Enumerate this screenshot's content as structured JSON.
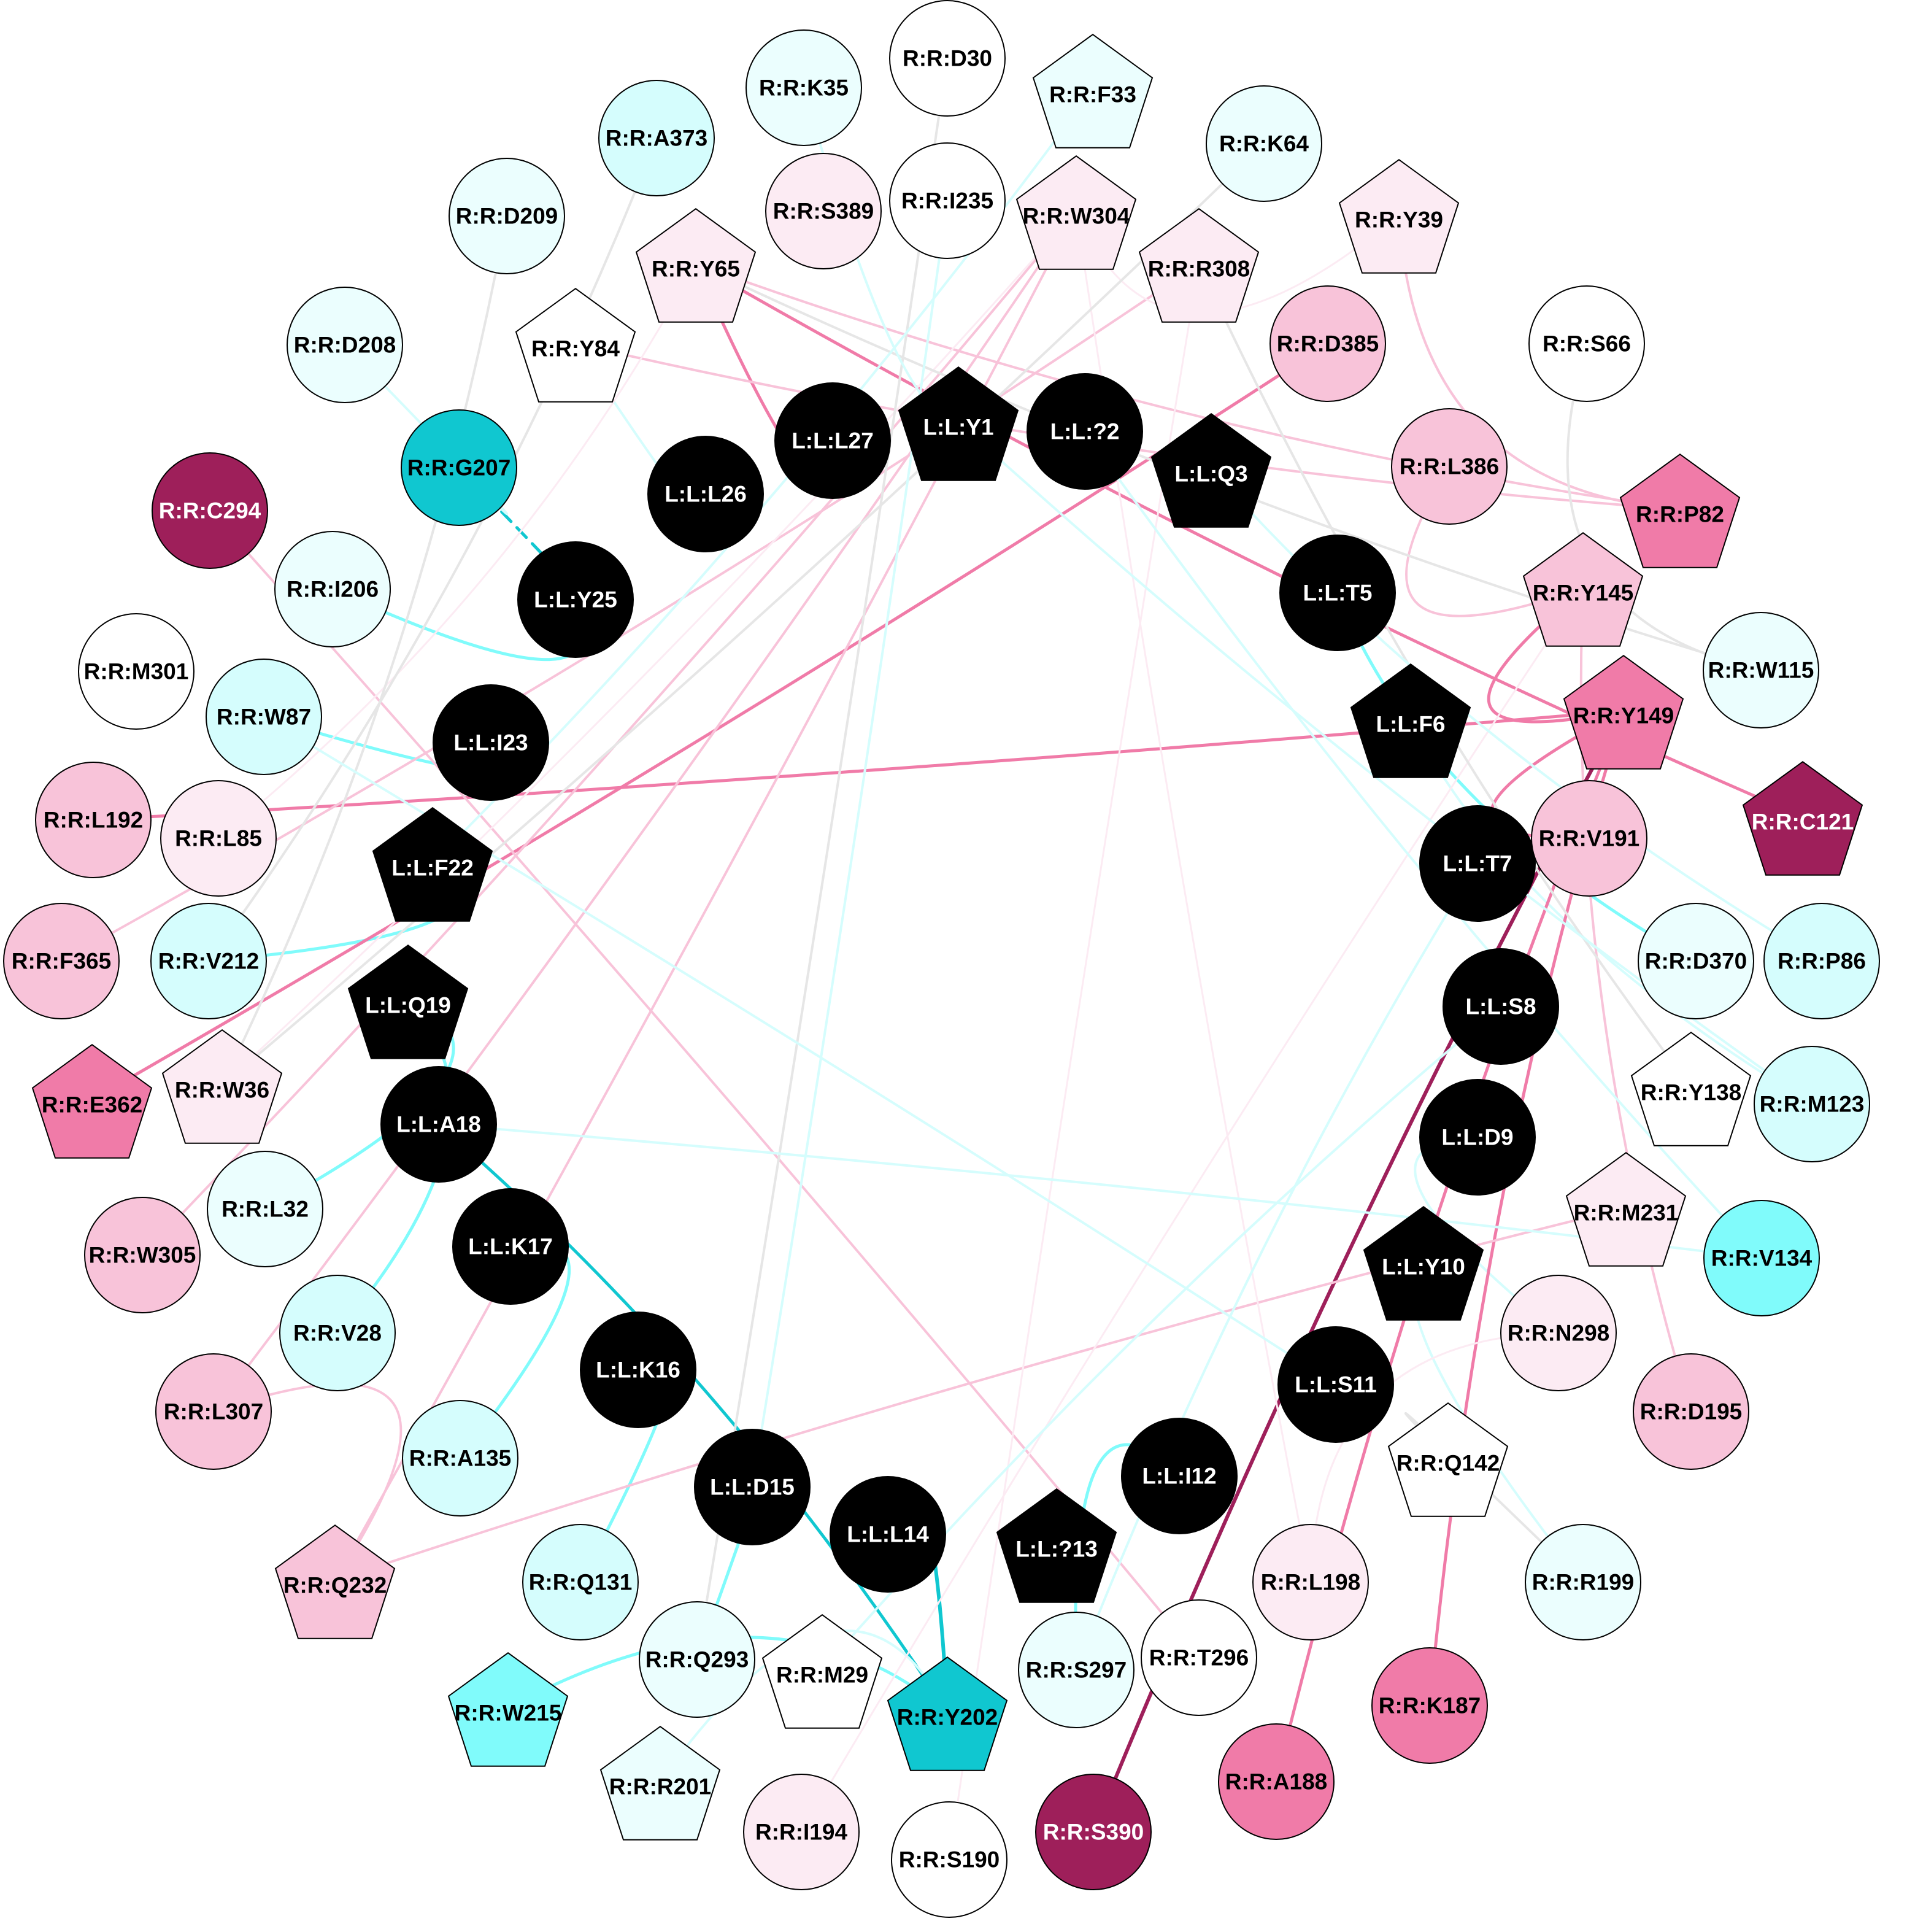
{
  "legend": {},
  "nodes": [
    {
      "id": "L:L:Y1",
      "label": "L:L:Y1",
      "shape": "pentagon",
      "fill": "#000000",
      "text": "#ffffff"
    },
    {
      "id": "L:L:?2",
      "label": "L:L:?2",
      "shape": "circle",
      "fill": "#000000",
      "text": "#ffffff"
    },
    {
      "id": "L:L:Q3",
      "label": "L:L:Q3",
      "shape": "pentagon",
      "fill": "#000000",
      "text": "#ffffff"
    },
    {
      "id": "L:L:T5",
      "label": "L:L:T5",
      "shape": "circle",
      "fill": "#000000",
      "text": "#ffffff"
    },
    {
      "id": "L:L:F6",
      "label": "L:L:F6",
      "shape": "pentagon",
      "fill": "#000000",
      "text": "#ffffff"
    },
    {
      "id": "L:L:T7",
      "label": "L:L:T7",
      "shape": "circle",
      "fill": "#000000",
      "text": "#ffffff"
    },
    {
      "id": "L:L:S8",
      "label": "L:L:S8",
      "shape": "circle",
      "fill": "#000000",
      "text": "#ffffff"
    },
    {
      "id": "L:L:D9",
      "label": "L:L:D9",
      "shape": "circle",
      "fill": "#000000",
      "text": "#ffffff"
    },
    {
      "id": "L:L:Y10",
      "label": "L:L:Y10",
      "shape": "pentagon",
      "fill": "#000000",
      "text": "#ffffff"
    },
    {
      "id": "L:L:S11",
      "label": "L:L:S11",
      "shape": "circle",
      "fill": "#000000",
      "text": "#ffffff"
    },
    {
      "id": "L:L:I12",
      "label": "L:L:I12",
      "shape": "circle",
      "fill": "#000000",
      "text": "#ffffff"
    },
    {
      "id": "L:L:?13",
      "label": "L:L:?13",
      "shape": "pentagon",
      "fill": "#000000",
      "text": "#ffffff"
    },
    {
      "id": "L:L:L14",
      "label": "L:L:L14",
      "shape": "circle",
      "fill": "#000000",
      "text": "#ffffff"
    },
    {
      "id": "L:L:D15",
      "label": "L:L:D15",
      "shape": "circle",
      "fill": "#000000",
      "text": "#ffffff"
    },
    {
      "id": "L:L:K16",
      "label": "L:L:K16",
      "shape": "circle",
      "fill": "#000000",
      "text": "#ffffff"
    },
    {
      "id": "L:L:K17",
      "label": "L:L:K17",
      "shape": "circle",
      "fill": "#000000",
      "text": "#ffffff"
    },
    {
      "id": "L:L:A18",
      "label": "L:L:A18",
      "shape": "circle",
      "fill": "#000000",
      "text": "#ffffff"
    },
    {
      "id": "L:L:Q19",
      "label": "L:L:Q19",
      "shape": "pentagon",
      "fill": "#000000",
      "text": "#ffffff"
    },
    {
      "id": "L:L:F22",
      "label": "L:L:F22",
      "shape": "pentagon",
      "fill": "#000000",
      "text": "#ffffff"
    },
    {
      "id": "L:L:I23",
      "label": "L:L:I23",
      "shape": "circle",
      "fill": "#000000",
      "text": "#ffffff"
    },
    {
      "id": "L:L:Y25",
      "label": "L:L:Y25",
      "shape": "circle",
      "fill": "#000000",
      "text": "#ffffff"
    },
    {
      "id": "L:L:L26",
      "label": "L:L:L26",
      "shape": "circle",
      "fill": "#000000",
      "text": "#ffffff"
    },
    {
      "id": "L:L:L27",
      "label": "L:L:L27",
      "shape": "circle",
      "fill": "#000000",
      "text": "#ffffff"
    },
    {
      "id": "R:R:D30",
      "label": "R:R:D30",
      "shape": "circle",
      "fill": "#ffffff",
      "text": "#000000"
    },
    {
      "id": "R:R:F33",
      "label": "R:R:F33",
      "shape": "pentagon",
      "fill": "#ebfefe",
      "text": "#000000"
    },
    {
      "id": "R:R:K64",
      "label": "R:R:K64",
      "shape": "circle",
      "fill": "#ebfefe",
      "text": "#000000"
    },
    {
      "id": "R:R:Y39",
      "label": "R:R:Y39",
      "shape": "pentagon",
      "fill": "#fcebf3",
      "text": "#000000"
    },
    {
      "id": "R:R:S66",
      "label": "R:R:S66",
      "shape": "circle",
      "fill": "#ffffff",
      "text": "#000000"
    },
    {
      "id": "R:R:P82",
      "label": "R:R:P82",
      "shape": "pentagon",
      "fill": "#f07ba8",
      "text": "#000000"
    },
    {
      "id": "R:R:W115",
      "label": "R:R:W115",
      "shape": "circle",
      "fill": "#ebfefe",
      "text": "#000000"
    },
    {
      "id": "R:R:C121",
      "label": "R:R:C121",
      "shape": "pentagon",
      "fill": "#9e1f5a",
      "text": "#ffffff"
    },
    {
      "id": "R:R:P86",
      "label": "R:R:P86",
      "shape": "circle",
      "fill": "#d5fdfd",
      "text": "#000000"
    },
    {
      "id": "R:R:M123",
      "label": "R:R:M123",
      "shape": "circle",
      "fill": "#d5fdfd",
      "text": "#000000"
    },
    {
      "id": "R:R:V134",
      "label": "R:R:V134",
      "shape": "circle",
      "fill": "#80fbfb",
      "text": "#000000"
    },
    {
      "id": "R:R:D195",
      "label": "R:R:D195",
      "shape": "circle",
      "fill": "#f8c3d9",
      "text": "#000000"
    },
    {
      "id": "R:R:R199",
      "label": "R:R:R199",
      "shape": "circle",
      "fill": "#ebfefe",
      "text": "#000000"
    },
    {
      "id": "R:R:K187",
      "label": "R:R:K187",
      "shape": "circle",
      "fill": "#f07ba8",
      "text": "#000000"
    },
    {
      "id": "R:R:A188",
      "label": "R:R:A188",
      "shape": "circle",
      "fill": "#f07ba8",
      "text": "#000000"
    },
    {
      "id": "R:R:S390",
      "label": "R:R:S390",
      "shape": "circle",
      "fill": "#9e1f5a",
      "text": "#ffffff"
    },
    {
      "id": "R:R:S190",
      "label": "R:R:S190",
      "shape": "circle",
      "fill": "#ffffff",
      "text": "#000000"
    },
    {
      "id": "R:R:I194",
      "label": "R:R:I194",
      "shape": "circle",
      "fill": "#fcebf3",
      "text": "#000000"
    },
    {
      "id": "R:R:R201",
      "label": "R:R:R201",
      "shape": "pentagon",
      "fill": "#ebfefe",
      "text": "#000000"
    },
    {
      "id": "R:R:W215",
      "label": "R:R:W215",
      "shape": "pentagon",
      "fill": "#80fbfb",
      "text": "#000000"
    },
    {
      "id": "R:R:Q232",
      "label": "R:R:Q232",
      "shape": "pentagon",
      "fill": "#f8c3d9",
      "text": "#000000"
    },
    {
      "id": "R:R:L307",
      "label": "R:R:L307",
      "shape": "circle",
      "fill": "#f8c3d9",
      "text": "#000000"
    },
    {
      "id": "R:R:W305",
      "label": "R:R:W305",
      "shape": "circle",
      "fill": "#f8c3d9",
      "text": "#000000"
    },
    {
      "id": "R:R:E362",
      "label": "R:R:E362",
      "shape": "pentagon",
      "fill": "#f07ba8",
      "text": "#000000"
    },
    {
      "id": "R:R:F365",
      "label": "R:R:F365",
      "shape": "circle",
      "fill": "#f8c3d9",
      "text": "#000000"
    },
    {
      "id": "R:R:L192",
      "label": "R:R:L192",
      "shape": "circle",
      "fill": "#f8c3d9",
      "text": "#000000"
    },
    {
      "id": "R:R:M301",
      "label": "R:R:M301",
      "shape": "circle",
      "fill": "#ffffff",
      "text": "#000000"
    },
    {
      "id": "R:R:C294",
      "label": "R:R:C294",
      "shape": "circle",
      "fill": "#9e1f5a",
      "text": "#ffffff"
    },
    {
      "id": "R:R:D208",
      "label": "R:R:D208",
      "shape": "circle",
      "fill": "#ebfefe",
      "text": "#000000"
    },
    {
      "id": "R:R:D209",
      "label": "R:R:D209",
      "shape": "circle",
      "fill": "#ebfefe",
      "text": "#000000"
    },
    {
      "id": "R:R:A373",
      "label": "R:R:A373",
      "shape": "circle",
      "fill": "#d5fdfd",
      "text": "#000000"
    },
    {
      "id": "R:R:K35",
      "label": "R:R:K35",
      "shape": "circle",
      "fill": "#ebfefe",
      "text": "#000000"
    },
    {
      "id": "R:R:I235",
      "label": "R:R:I235",
      "shape": "circle",
      "fill": "#ffffff",
      "text": "#000000"
    },
    {
      "id": "R:R:W304",
      "label": "R:R:W304",
      "shape": "pentagon",
      "fill": "#fcebf3",
      "text": "#000000"
    },
    {
      "id": "R:R:R308",
      "label": "R:R:R308",
      "shape": "pentagon",
      "fill": "#fcebf3",
      "text": "#000000"
    },
    {
      "id": "R:R:D385",
      "label": "R:R:D385",
      "shape": "circle",
      "fill": "#f8c3d9",
      "text": "#000000"
    },
    {
      "id": "R:R:L386",
      "label": "R:R:L386",
      "shape": "circle",
      "fill": "#f8c3d9",
      "text": "#000000"
    },
    {
      "id": "R:R:Y145",
      "label": "R:R:Y145",
      "shape": "pentagon",
      "fill": "#f8c3d9",
      "text": "#000000"
    },
    {
      "id": "R:R:Y149",
      "label": "R:R:Y149",
      "shape": "pentagon",
      "fill": "#f07ba8",
      "text": "#000000"
    },
    {
      "id": "R:R:V191",
      "label": "R:R:V191",
      "shape": "circle",
      "fill": "#f8c3d9",
      "text": "#000000"
    },
    {
      "id": "R:R:D370",
      "label": "R:R:D370",
      "shape": "circle",
      "fill": "#ebfefe",
      "text": "#000000"
    },
    {
      "id": "R:R:Y138",
      "label": "R:R:Y138",
      "shape": "pentagon",
      "fill": "#ffffff",
      "text": "#000000"
    },
    {
      "id": "R:R:M231",
      "label": "R:R:M231",
      "shape": "pentagon",
      "fill": "#fcebf3",
      "text": "#000000"
    },
    {
      "id": "R:R:N298",
      "label": "R:R:N298",
      "shape": "circle",
      "fill": "#fcebf3",
      "text": "#000000"
    },
    {
      "id": "R:R:Q142",
      "label": "R:R:Q142",
      "shape": "pentagon",
      "fill": "#ffffff",
      "text": "#000000"
    },
    {
      "id": "R:R:L198",
      "label": "R:R:L198",
      "shape": "circle",
      "fill": "#fcebf3",
      "text": "#000000"
    },
    {
      "id": "R:R:T296",
      "label": "R:R:T296",
      "shape": "circle",
      "fill": "#ffffff",
      "text": "#000000"
    },
    {
      "id": "R:R:S297",
      "label": "R:R:S297",
      "shape": "circle",
      "fill": "#ebfefe",
      "text": "#000000"
    },
    {
      "id": "R:R:Y202",
      "label": "R:R:Y202",
      "shape": "pentagon",
      "fill": "#10c7d0",
      "text": "#000000"
    },
    {
      "id": "R:R:M29",
      "label": "R:R:M29",
      "shape": "pentagon",
      "fill": "#ffffff",
      "text": "#000000"
    },
    {
      "id": "R:R:Q293",
      "label": "R:R:Q293",
      "shape": "circle",
      "fill": "#ebfefe",
      "text": "#000000"
    },
    {
      "id": "R:R:Q131",
      "label": "R:R:Q131",
      "shape": "circle",
      "fill": "#d5fdfd",
      "text": "#000000"
    },
    {
      "id": "R:R:A135",
      "label": "R:R:A135",
      "shape": "circle",
      "fill": "#d5fdfd",
      "text": "#000000"
    },
    {
      "id": "R:R:V28",
      "label": "R:R:V28",
      "shape": "circle",
      "fill": "#d5fdfd",
      "text": "#000000"
    },
    {
      "id": "R:R:L32",
      "label": "R:R:L32",
      "shape": "circle",
      "fill": "#ebfefe",
      "text": "#000000"
    },
    {
      "id": "R:R:W36",
      "label": "R:R:W36",
      "shape": "pentagon",
      "fill": "#fcebf3",
      "text": "#000000"
    },
    {
      "id": "R:R:V212",
      "label": "R:R:V212",
      "shape": "circle",
      "fill": "#d5fdfd",
      "text": "#000000"
    },
    {
      "id": "R:R:L85",
      "label": "R:R:L85",
      "shape": "circle",
      "fill": "#fcebf3",
      "text": "#000000"
    },
    {
      "id": "R:R:W87",
      "label": "R:R:W87",
      "shape": "circle",
      "fill": "#d5fdfd",
      "text": "#000000"
    },
    {
      "id": "R:R:I206",
      "label": "R:R:I206",
      "shape": "circle",
      "fill": "#ebfefe",
      "text": "#000000"
    },
    {
      "id": "R:R:G207",
      "label": "R:R:G207",
      "shape": "circle",
      "fill": "#10c7d0",
      "text": "#000000"
    },
    {
      "id": "R:R:Y84",
      "label": "R:R:Y84",
      "shape": "pentagon",
      "fill": "#ffffff",
      "text": "#000000"
    },
    {
      "id": "R:R:Y65",
      "label": "R:R:Y65",
      "shape": "pentagon",
      "fill": "#fcebf3",
      "text": "#000000"
    },
    {
      "id": "R:R:S389",
      "label": "R:R:S389",
      "shape": "circle",
      "fill": "#fcebf3",
      "text": "#000000"
    }
  ],
  "edges": [
    {
      "source": "L:L:Y25",
      "target": "R:R:G207",
      "color": "#10c7d0",
      "dashed": true,
      "width": 5
    },
    {
      "source": "L:L:Y25",
      "target": "R:R:I206",
      "color": "#80fbfb",
      "width": 5
    },
    {
      "source": "L:L:I23",
      "target": "R:R:W87",
      "color": "#80fbfb",
      "width": 5
    },
    {
      "source": "L:L:F22",
      "target": "R:R:V212",
      "color": "#80fbfb",
      "width": 5
    },
    {
      "source": "L:L:Q19",
      "target": "R:R:L32",
      "color": "#80fbfb",
      "width": 5
    },
    {
      "source": "L:L:Q19",
      "target": "R:R:V28",
      "color": "#80fbfb",
      "width": 5
    },
    {
      "source": "L:L:A18",
      "target": "R:R:Y202",
      "color": "#10c7d0",
      "width": 5
    },
    {
      "source": "L:L:K17",
      "target": "R:R:A135",
      "color": "#80fbfb",
      "width": 5
    },
    {
      "source": "L:L:K16",
      "target": "R:R:Q131",
      "color": "#80fbfb",
      "width": 5
    },
    {
      "source": "L:L:D15",
      "target": "R:R:Q293",
      "color": "#80fbfb",
      "width": 5
    },
    {
      "source": "L:L:L14",
      "target": "R:R:Y202",
      "color": "#10c7d0",
      "width": 6
    },
    {
      "source": "L:L:I12",
      "target": "R:R:S297",
      "color": "#80fbfb",
      "width": 5
    },
    {
      "source": "L:L:T5",
      "target": "R:R:D370",
      "color": "#80fbfb",
      "width": 5
    },
    {
      "source": "L:L:F6",
      "target": "R:R:M123",
      "color": "#d5fdfd",
      "width": 4
    },
    {
      "source": "R:R:Y202",
      "target": "R:R:W215",
      "color": "#80fbfb",
      "width": 5
    },
    {
      "source": "R:R:Y202",
      "target": "R:R:R201",
      "color": "#d5fdfd",
      "width": 4
    },
    {
      "source": "R:R:D208",
      "target": "R:R:G207",
      "color": "#d5fdfd",
      "width": 4
    },
    {
      "source": "L:L:L26",
      "target": "R:R:Y84",
      "color": "#d5fdfd",
      "width": 4
    },
    {
      "source": "L:L:D9",
      "target": "R:R:N298",
      "color": "#d5fdfd",
      "width": 4
    },
    {
      "source": "L:L:Y10",
      "target": "R:R:R199",
      "color": "#d5fdfd",
      "width": 4
    },
    {
      "source": "L:L:L27",
      "target": "R:R:Y65",
      "color": "#f07ba8",
      "width": 5
    },
    {
      "source": "R:R:Y65",
      "target": "R:R:C121",
      "color": "#f07ba8",
      "width": 5
    },
    {
      "source": "R:R:L192",
      "target": "R:R:Y149",
      "color": "#f07ba8",
      "width": 5
    },
    {
      "source": "R:R:Y149",
      "target": "R:R:S390",
      "color": "#9e1f5a",
      "width": 6
    },
    {
      "source": "R:R:Y149",
      "target": "R:R:A188",
      "color": "#f07ba8",
      "width": 5
    },
    {
      "source": "R:R:Y149",
      "target": "R:R:K187",
      "color": "#f07ba8",
      "width": 5
    },
    {
      "source": "R:R:Y149",
      "target": "R:R:Y145",
      "color": "#f07ba8",
      "width": 5
    },
    {
      "source": "R:R:Y149",
      "target": "R:R:V191",
      "color": "#f07ba8",
      "width": 5
    },
    {
      "source": "R:R:E362",
      "target": "R:R:D385",
      "color": "#f07ba8",
      "width": 5
    },
    {
      "source": "R:R:C294",
      "target": "R:R:T296",
      "color": "#f8c3d9",
      "width": 4
    },
    {
      "source": "R:R:Y39",
      "target": "R:R:P82",
      "color": "#f8c3d9",
      "width": 4
    },
    {
      "source": "R:R:Y84",
      "target": "R:R:P82",
      "color": "#f8c3d9",
      "width": 4
    },
    {
      "source": "R:R:Y65",
      "target": "R:R:P82",
      "color": "#f8c3d9",
      "width": 4
    },
    {
      "source": "R:R:L386",
      "target": "R:R:Y145",
      "color": "#f8c3d9",
      "width": 4
    },
    {
      "source": "R:R:Y145",
      "target": "R:R:D195",
      "color": "#f8c3d9",
      "width": 4
    },
    {
      "source": "R:R:Q232",
      "target": "R:R:L307",
      "color": "#f8c3d9",
      "width": 4
    },
    {
      "source": "R:R:Q232",
      "target": "R:R:M231",
      "color": "#f8c3d9",
      "width": 4
    },
    {
      "source": "R:R:Q232",
      "target": "R:R:W304",
      "color": "#f8c3d9",
      "width": 4
    },
    {
      "source": "R:R:W305",
      "target": "R:R:W304",
      "color": "#f8c3d9",
      "width": 4
    },
    {
      "source": "R:R:F365",
      "target": "R:R:R308",
      "color": "#f8c3d9",
      "width": 4
    },
    {
      "source": "R:R:L307",
      "target": "R:R:W304",
      "color": "#f8c3d9",
      "width": 4
    },
    {
      "source": "R:R:I194",
      "target": "R:R:Y145",
      "color": "#fcebf3",
      "width": 3
    },
    {
      "source": "R:R:S190",
      "target": "R:R:R308",
      "color": "#fcebf3",
      "width": 3
    },
    {
      "source": "R:R:L85",
      "target": "R:R:Y65",
      "color": "#fcebf3",
      "width": 3
    },
    {
      "source": "R:R:W36",
      "target": "R:R:W304",
      "color": "#fcebf3",
      "width": 3
    },
    {
      "source": "R:R:Y39",
      "target": "R:R:W304",
      "color": "#fcebf3",
      "width": 3
    },
    {
      "source": "R:R:N298",
      "target": "R:R:L198",
      "color": "#fcebf3",
      "width": 3
    },
    {
      "source": "R:R:L198",
      "target": "R:R:W304",
      "color": "#fcebf3",
      "width": 3
    },
    {
      "source": "R:R:D209",
      "target": "R:R:W36",
      "color": "#e6e6e6",
      "width": 4
    },
    {
      "source": "R:R:A373",
      "target": "R:R:V212",
      "color": "#e6e6e6",
      "width": 4
    },
    {
      "source": "R:R:D30",
      "target": "R:R:Q293",
      "color": "#e6e6e6",
      "width": 4
    },
    {
      "source": "R:R:K64",
      "target": "R:R:W36",
      "color": "#e6e6e6",
      "width": 4
    },
    {
      "source": "R:R:R308",
      "target": "R:R:Y138",
      "color": "#e6e6e6",
      "width": 4
    },
    {
      "source": "R:R:S66",
      "target": "R:R:W115",
      "color": "#e6e6e6",
      "width": 4
    },
    {
      "source": "R:R:Y65",
      "target": "R:R:W115",
      "color": "#e6e6e6",
      "width": 4
    },
    {
      "source": "R:R:Q142",
      "target": "R:R:R199",
      "color": "#e6e6e6",
      "width": 4
    },
    {
      "source": "R:R:K35",
      "target": "L:L:Y1",
      "color": "#d5fdfd",
      "width": 4
    },
    {
      "source": "R:R:F33",
      "target": "L:L:F22",
      "color": "#d5fdfd",
      "width": 4
    },
    {
      "source": "R:R:I235",
      "target": "L:L:D15",
      "color": "#d5fdfd",
      "width": 4
    },
    {
      "source": "L:L:Q3",
      "target": "R:R:P86",
      "color": "#d5fdfd",
      "width": 4
    },
    {
      "source": "L:L:Y1",
      "target": "R:R:M123",
      "color": "#d5fdfd",
      "width": 4
    },
    {
      "source": "L:L:?2",
      "target": "R:R:V134",
      "color": "#d5fdfd",
      "width": 4
    },
    {
      "source": "L:L:T7",
      "target": "R:R:S297",
      "color": "#d5fdfd",
      "width": 4
    },
    {
      "source": "L:L:S8",
      "target": "R:R:M29",
      "color": "#d5fdfd",
      "width": 4
    },
    {
      "source": "L:L:S11",
      "target": "R:R:W87",
      "color": "#d5fdfd",
      "width": 4
    },
    {
      "source": "L:L:A18",
      "target": "R:R:V134",
      "color": "#d5fdfd",
      "width": 4
    }
  ]
}
